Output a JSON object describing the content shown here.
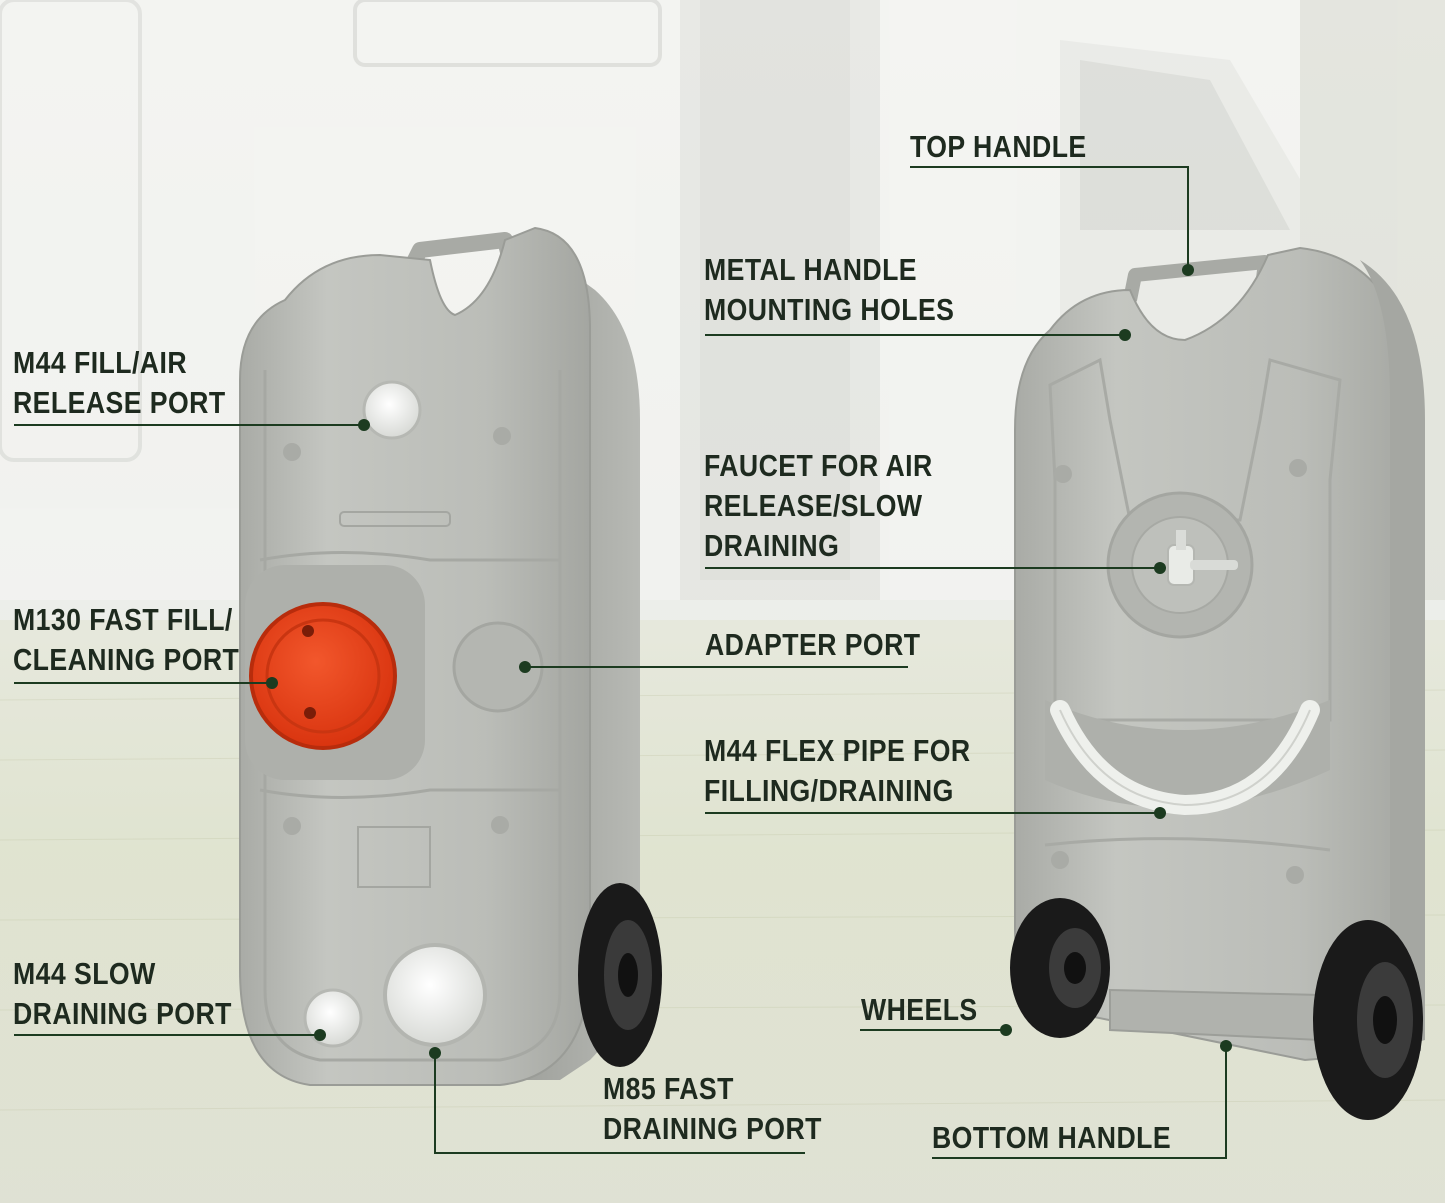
{
  "colors": {
    "accent_line": "#1c3b20",
    "label_text": "#1e2a1f",
    "tank_body": "#b9bbb6",
    "cap_red": "#e8401c",
    "wheel": "#1a1a1a"
  },
  "labels": {
    "top_handle": [
      "TOP HANDLE"
    ],
    "metal_handle_holes": [
      "METAL HANDLE",
      "MOUNTING HOLES"
    ],
    "m44_fill": [
      "M44 FILL/AIR",
      "RELEASE PORT"
    ],
    "faucet": [
      "FAUCET FOR AIR",
      "RELEASE/SLOW",
      "DRAINING"
    ],
    "m130": [
      "M130 FAST FILL/",
      "CLEANING PORT"
    ],
    "adapter": [
      "ADAPTER PORT"
    ],
    "flex_pipe": [
      "M44 FLEX PIPE FOR",
      "FILLING/DRAINING"
    ],
    "m44_slow": [
      "M44 SLOW",
      "DRAINING PORT"
    ],
    "wheels": [
      "WHEELS"
    ],
    "m85": [
      "M85 FAST",
      "DRAINING PORT"
    ],
    "bottom_handle": [
      "BOTTOM HANDLE"
    ]
  },
  "icons": {
    "tank_front": "water-tank-front-icon",
    "tank_back": "water-tank-back-icon"
  }
}
